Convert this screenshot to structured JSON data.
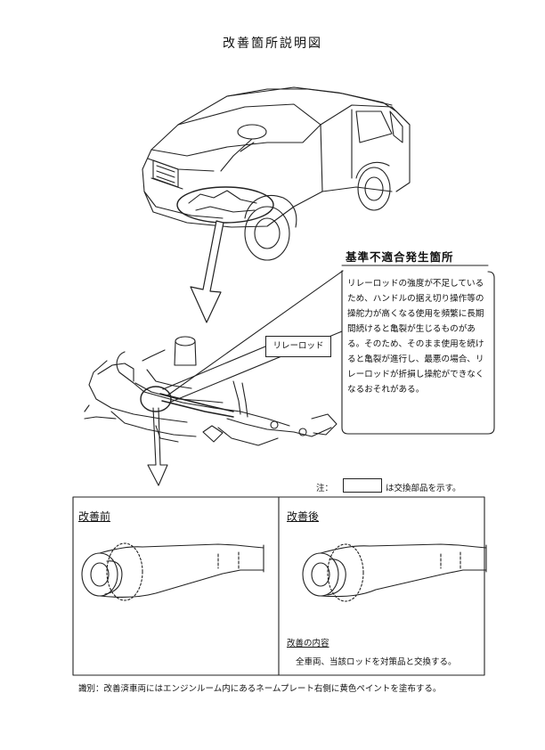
{
  "doc": {
    "title": "改善箇所説明図"
  },
  "defect": {
    "heading": "基準不適合発生箇所",
    "description": "リレーロッドの強度が不足しているため、ハンドルの据え切り操作等の操舵力が高くなる使用を頻繁に長期間続けると亀裂が生じるものがある。そのため、そのまま使用を続けると亀裂が進行し、最悪の場合、リレーロッドが折損し操舵ができなくなるおそれがある。"
  },
  "callout": {
    "label": "リレーロッド"
  },
  "note": {
    "prefix": "注：",
    "text": "は交換部品を示す。"
  },
  "panels": {
    "before_label": "改善前",
    "after_label": "改善後"
  },
  "improvement": {
    "title": "改善の内容",
    "text": "全車両、当該ロッドを対策品と交換する。"
  },
  "footer": {
    "text": "識別：改善済車両にはエンジンルーム内にあるネームプレート右側に黄色ペイントを塗布する。"
  }
}
